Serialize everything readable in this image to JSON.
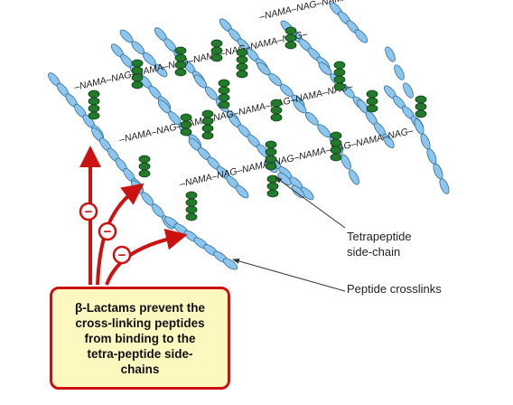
{
  "strands": [
    {
      "label": "–NAMA–NAG–NAMA–NAG–NAMA–NAG–NAMA–NAG–"
    },
    {
      "label": "–NAMA–NAG–NAMA–NAG–NAMA–NAG–NAMA–NAG–"
    },
    {
      "label": "–NAMA–NAG–NAMA–NAG–NAMA–NAG–NAMA–NAG–"
    },
    {
      "label": "–NAMA–NAG–NAMA–NAG–NAMA–NAG–NAMA–NAG–"
    }
  ],
  "callouts": {
    "tetrapeptide_line1": "Tetrapeptide",
    "tetrapeptide_line2": "side-chain",
    "crosslinks": "Peptide crosslinks"
  },
  "inhibition_symbol": "−",
  "info_box": {
    "lines": [
      "β-Lactams prevent the",
      "cross-linking peptides",
      "from binding to the",
      "tetra-peptide side-",
      "chains"
    ]
  },
  "colors": {
    "crosslink_bead": "#8cc6ee",
    "crosslink_outline": "#2f6f9c",
    "sidechain_bead": "#237a2c",
    "sidechain_outline": "#0e3d14",
    "inhibitor_red": "#cc1111",
    "box_fill": "#fdf7c0"
  }
}
